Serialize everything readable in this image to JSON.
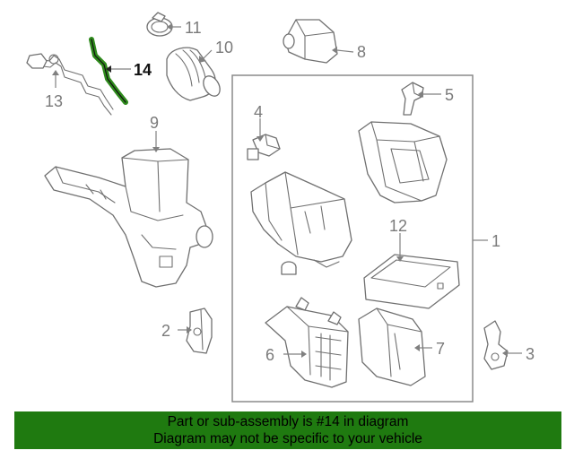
{
  "callouts": [
    {
      "id": "1",
      "label": "1"
    },
    {
      "id": "2",
      "label": "2"
    },
    {
      "id": "3",
      "label": "3"
    },
    {
      "id": "4",
      "label": "4"
    },
    {
      "id": "5",
      "label": "5"
    },
    {
      "id": "6",
      "label": "6"
    },
    {
      "id": "7",
      "label": "7"
    },
    {
      "id": "8",
      "label": "8"
    },
    {
      "id": "9",
      "label": "9"
    },
    {
      "id": "10",
      "label": "10"
    },
    {
      "id": "11",
      "label": "11"
    },
    {
      "id": "12",
      "label": "12"
    },
    {
      "id": "13",
      "label": "13"
    },
    {
      "id": "14",
      "label": "14"
    }
  ],
  "highlighted_part": "14",
  "colors": {
    "banner_bg": "#1f7a10",
    "highlight": "#2e8a1c",
    "line": "#707070"
  },
  "banner": {
    "line1": "Part or sub-assembly is #14 in diagram",
    "line2": "Diagram may not be specific to your vehicle"
  }
}
